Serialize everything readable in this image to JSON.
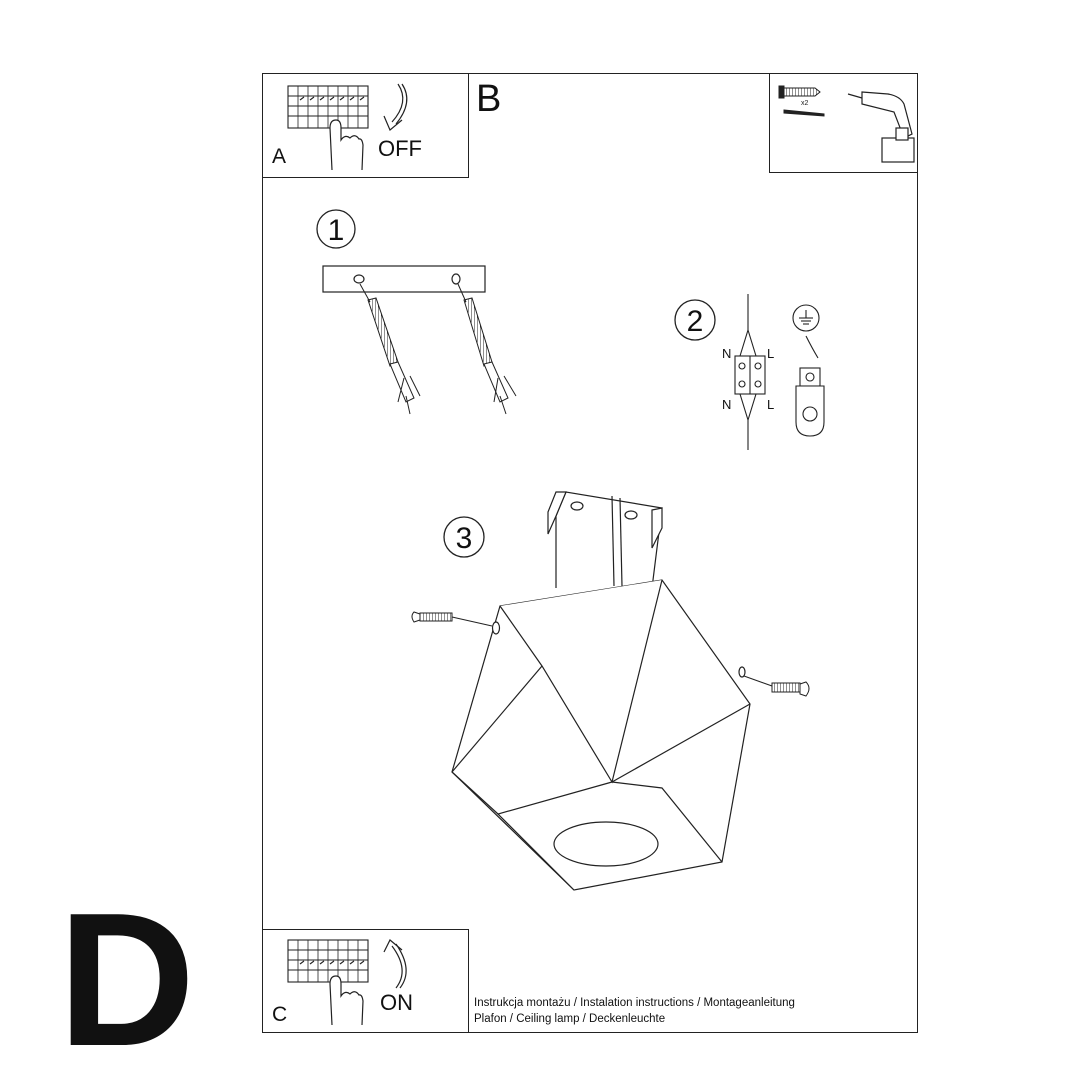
{
  "labels": {
    "a": "A",
    "b": "B",
    "c": "C",
    "off": "OFF",
    "on": "ON",
    "big": "D"
  },
  "steps": [
    "1",
    "2",
    "3"
  ],
  "wiring": {
    "n": "N",
    "l": "L"
  },
  "tools": {
    "count": "x2"
  },
  "caption": {
    "line1": "Instrukcja montażu / Instalation instructions / Montageanleitung",
    "line2": "Plafon / Ceiling lamp / Deckenleuchte"
  }
}
